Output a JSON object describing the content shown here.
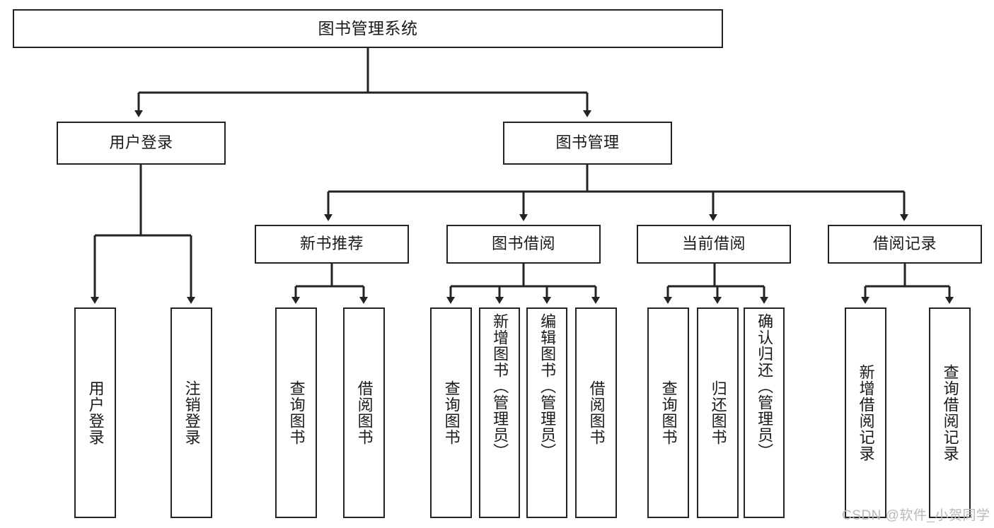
{
  "diagram": {
    "type": "tree-hierarchy",
    "title": "图书管理系统",
    "watermark": "CSDN @软件_小贺同学",
    "colors": {
      "stroke": "#232323",
      "fill": "#ffffff",
      "text": "#1a1a1a",
      "watermark": "#b9b9b9"
    },
    "root": {
      "label": "图书管理系统"
    },
    "level2": [
      {
        "label": "用户登录"
      },
      {
        "label": "图书管理"
      }
    ],
    "level3": [
      {
        "label": "新书推荐"
      },
      {
        "label": "图书借阅"
      },
      {
        "label": "当前借阅"
      },
      {
        "label": "借阅记录"
      }
    ],
    "leaves": {
      "user_login": [
        {
          "label": "用户登录"
        },
        {
          "label": "注销登录"
        }
      ],
      "new_book": [
        {
          "label": "查询图书"
        },
        {
          "label": "借阅图书"
        }
      ],
      "book_borrow": [
        {
          "label": "查询图书"
        },
        {
          "label": "新增图书（管理员）"
        },
        {
          "label": "编辑图书（管理员）"
        },
        {
          "label": "借阅图书"
        }
      ],
      "current_borrow": [
        {
          "label": "查询图书"
        },
        {
          "label": "归还图书"
        },
        {
          "label": "确认归还（管理员）"
        }
      ],
      "borrow_record": [
        {
          "label": "新增借阅记录"
        },
        {
          "label": "查询借阅记录"
        }
      ]
    }
  }
}
